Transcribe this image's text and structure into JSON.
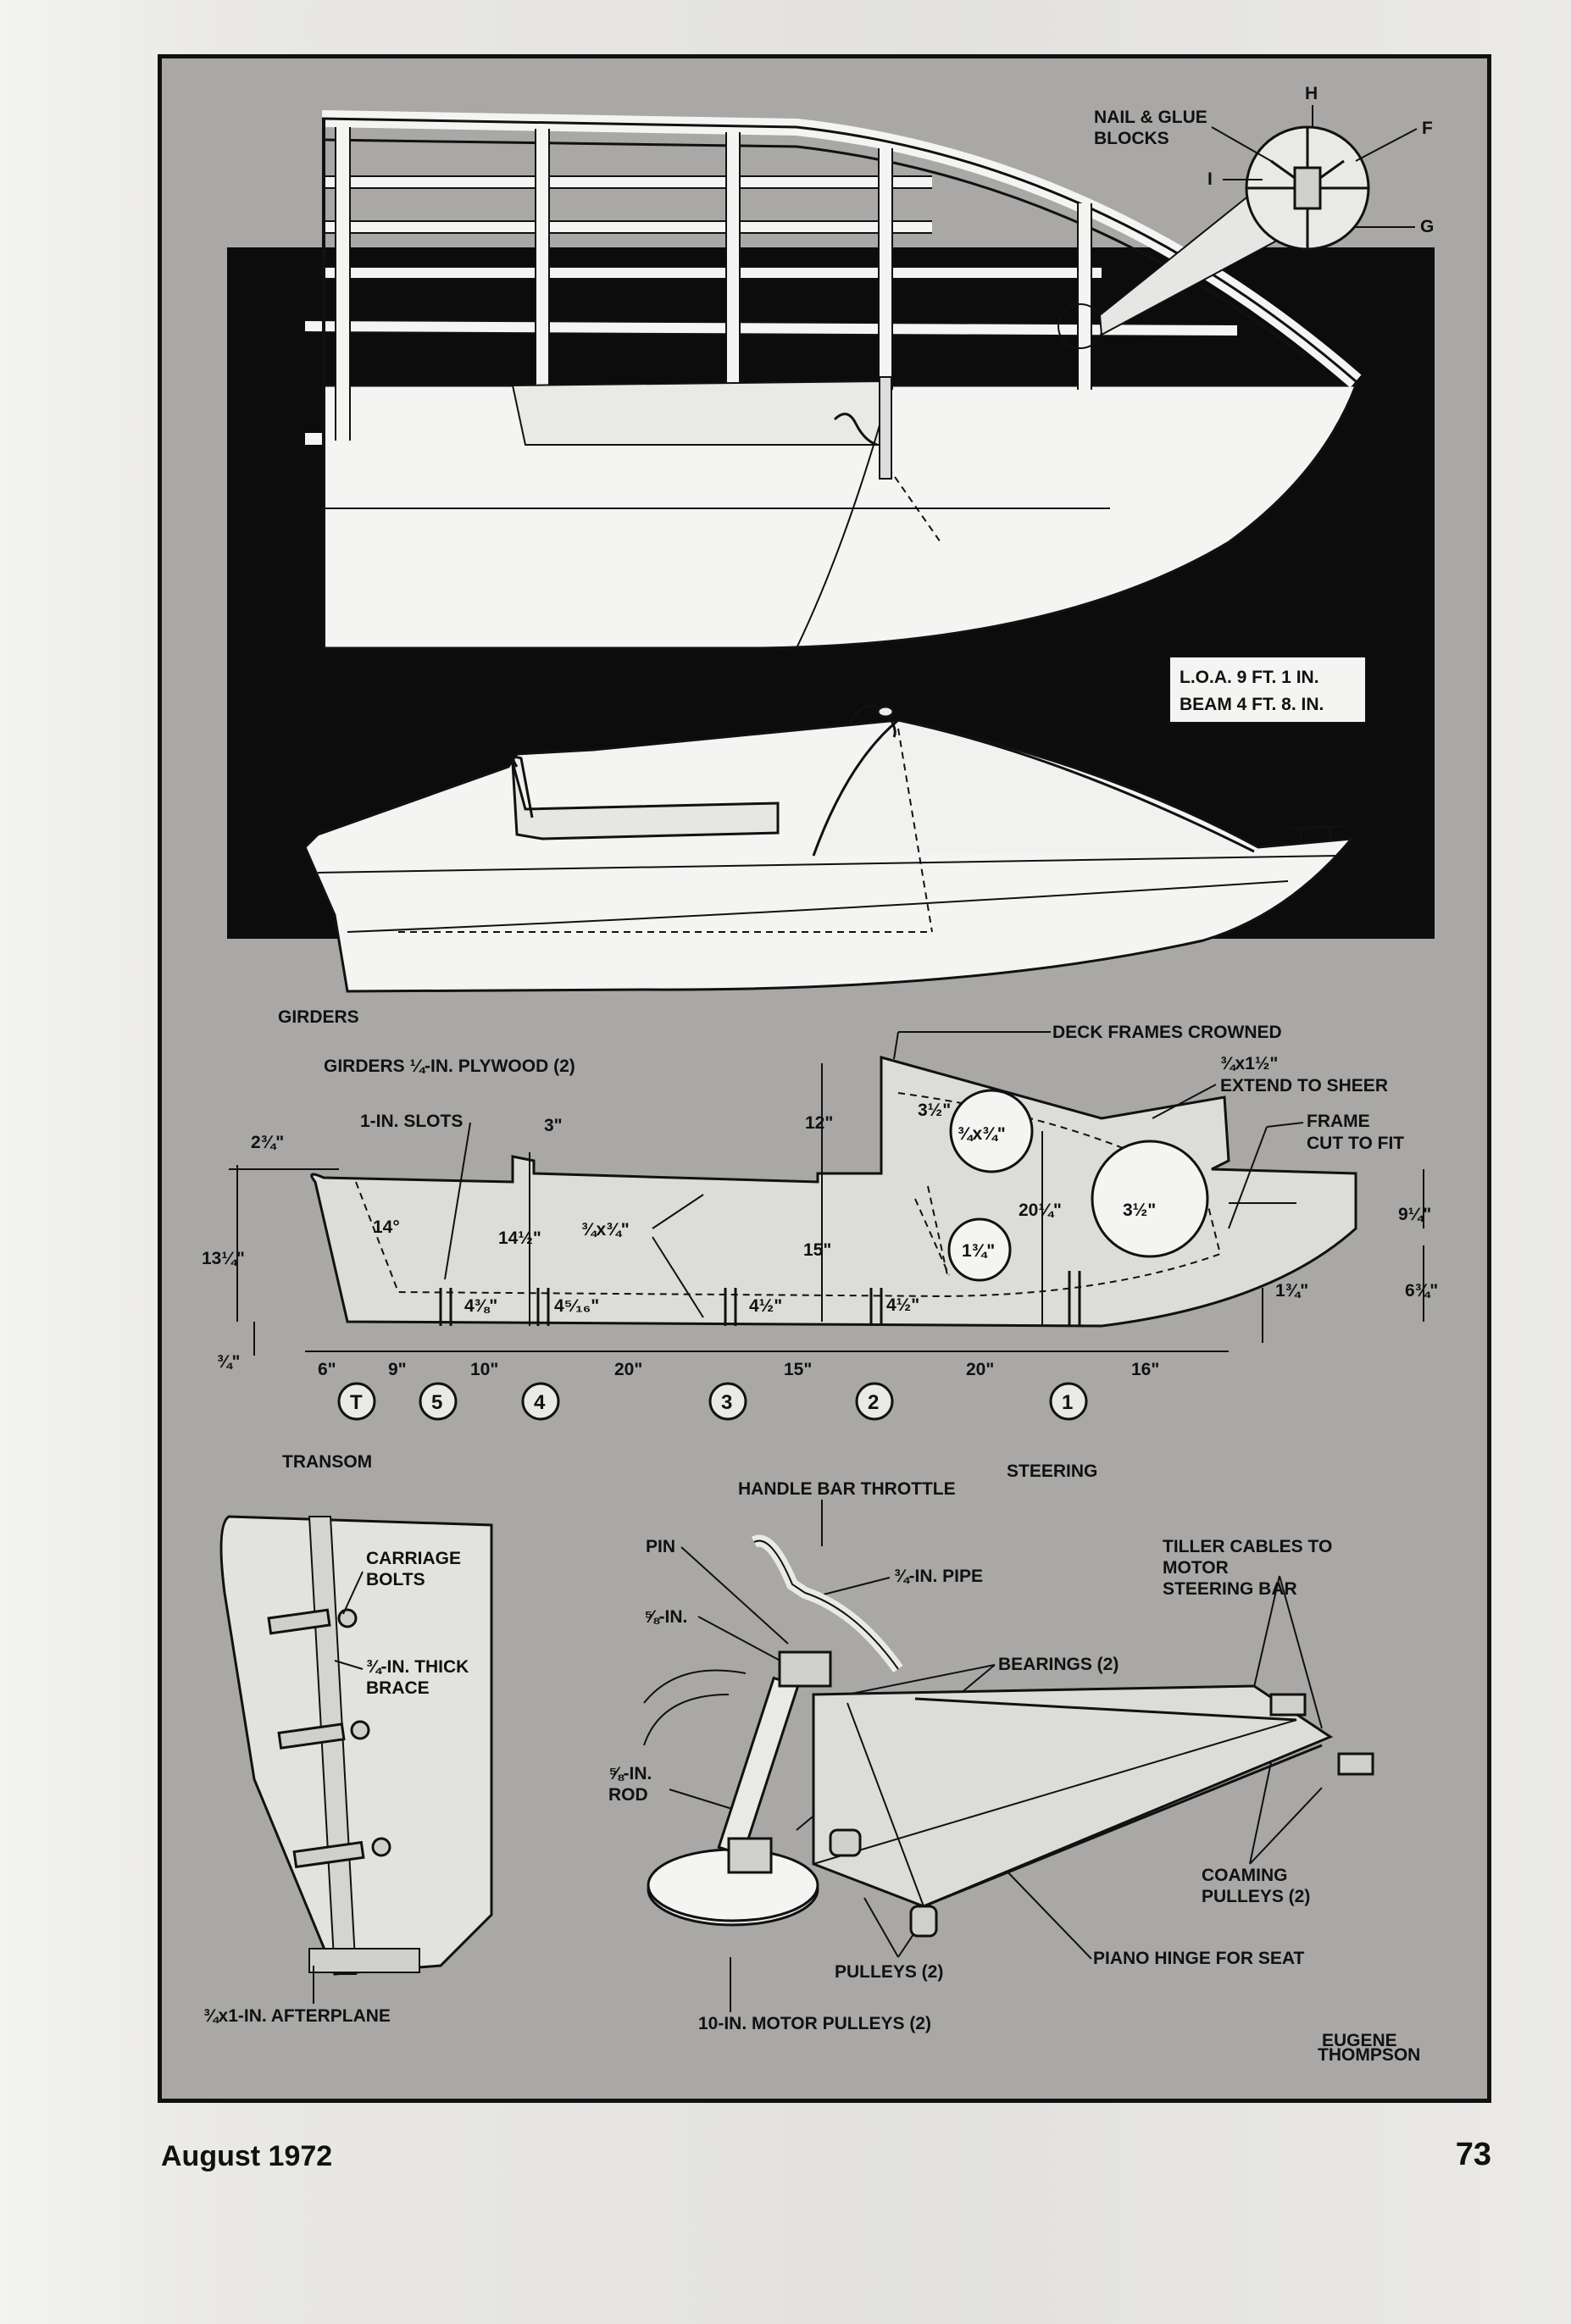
{
  "labels": {
    "nail_glue": [
      "NAIL & GLUE",
      "BLOCKS"
    ],
    "h": "H",
    "f": "F",
    "i": "I",
    "g": "G",
    "loa": "L.O.A. 9 FT. 1 IN.",
    "beam": "BEAM 4 FT. 8. IN.",
    "girders": "GIRDERS",
    "deck_frames": "DECK FRAMES CROWNED",
    "girders_ply": "GIRDERS ¼-IN. PLYWOOD (2)",
    "extend": [
      "¾x1½\"",
      "EXTEND TO SHEER"
    ],
    "frame_cut": [
      "FRAME",
      "CUT TO FIT"
    ],
    "slots": "1-IN. SLOTS",
    "d_3": "3\"",
    "d_2_3_4": "2¾\"",
    "d_12": "12\"",
    "d_3_1_2a": "3½\"",
    "d_3_4x3_4a": "¾x¾\"",
    "d_3_4x3_4b": "¾x¾\"",
    "d_14deg": "14°",
    "d_14_1_2": "14½\"",
    "d_20_1_4": "20¼\"",
    "d_3_1_2b": "3½\"",
    "d_9_1_4": "9¼\"",
    "d_13_1_4": "13¼\"",
    "d_15": "15\"",
    "d_1_3_4a": "1¾\"",
    "d_1_3_4b": "1¾\"",
    "d_6_3_4": "6¾\"",
    "d_4_3_8": "4⅜\"",
    "d_4_5_16": "4⁵⁄₁₆\"",
    "d_4_1_2a": "4½\"",
    "d_4_1_2b": "4½\"",
    "d_3_4": "¾\"",
    "d_6": "6\"",
    "d_9": "9\"",
    "d_10": "10\"",
    "d_20a": "20\"",
    "d_15b": "15\"",
    "d_20b": "20\"",
    "d_16": "16\"",
    "stations": [
      "T",
      "5",
      "4",
      "3",
      "2",
      "1"
    ],
    "transom": "TRANSOM",
    "steering": "STEERING",
    "handle_bar": "HANDLE BAR THROTTLE",
    "pin": "PIN",
    "pipe": "¾-IN. PIPE",
    "five_eighths": "⅝-IN.",
    "bearings": "BEARINGS (2)",
    "tiller": [
      "TILLER CABLES TO",
      "MOTOR",
      "STEERING BAR"
    ],
    "rod": [
      "⅝-IN.",
      "ROD"
    ],
    "carriage": [
      "CARRIAGE",
      "BOLTS"
    ],
    "brace": [
      "¾-IN. THICK",
      "BRACE"
    ],
    "coaming": [
      "COAMING",
      "PULLEYS (2)"
    ],
    "piano": "PIANO HINGE FOR SEAT",
    "pulleys": "PULLEYS (2)",
    "motor_pulleys": "10-IN. MOTOR PULLEYS (2)",
    "afterplane": "¾x1-IN. AFTERPLANE",
    "signature": [
      "EUGENE",
      "THOMPSON"
    ]
  },
  "footer": {
    "date": "August 1972",
    "page": "73"
  }
}
